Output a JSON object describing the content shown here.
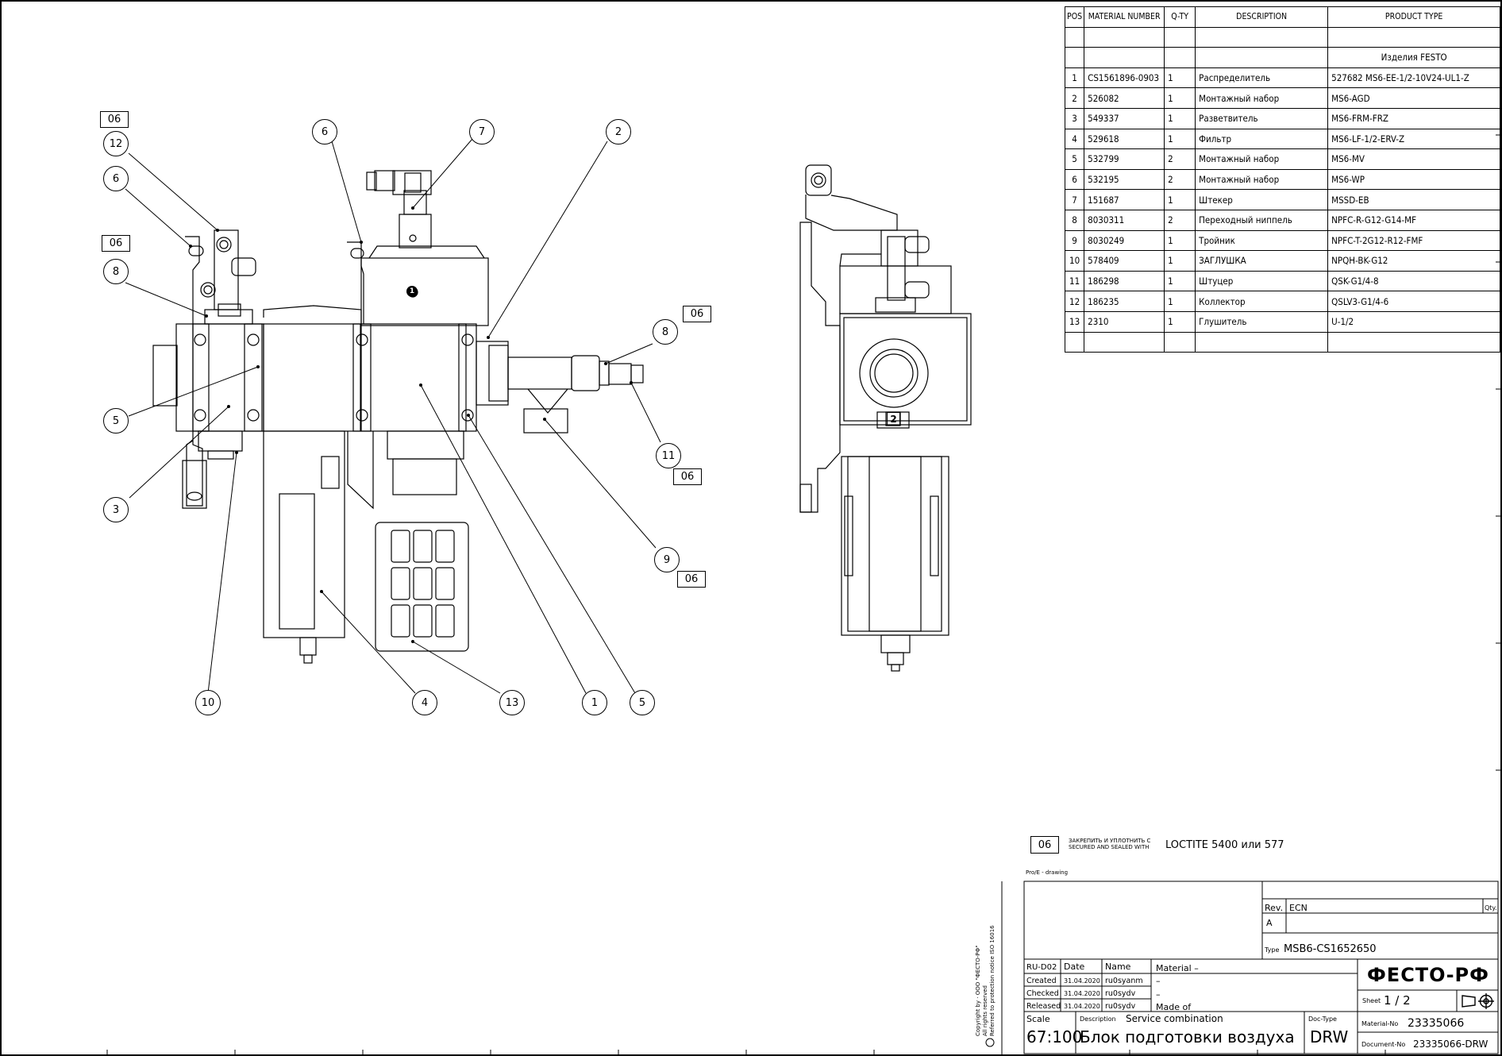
{
  "bom": {
    "headers": [
      "POS",
      "MATERIAL NUMBER",
      "Q-TY",
      "DESCRIPTION",
      "PRODUCT TYPE"
    ],
    "group_label": "Изделия FESTO",
    "rows": [
      {
        "pos": "1",
        "material": "CS1561896-0903",
        "qty": "1",
        "desc": "Распределитель",
        "type": "527682 MS6-EE-1/2-10V24-UL1-Z"
      },
      {
        "pos": "2",
        "material": "526082",
        "qty": "1",
        "desc": "Монтажный набор",
        "type": "MS6-AGD"
      },
      {
        "pos": "3",
        "material": "549337",
        "qty": "1",
        "desc": "Разветвитель",
        "type": "MS6-FRM-FRZ"
      },
      {
        "pos": "4",
        "material": "529618",
        "qty": "1",
        "desc": "Фильтр",
        "type": "MS6-LF-1/2-ERV-Z"
      },
      {
        "pos": "5",
        "material": "532799",
        "qty": "2",
        "desc": "Монтажный набор",
        "type": "MS6-MV"
      },
      {
        "pos": "6",
        "material": "532195",
        "qty": "2",
        "desc": "Монтажный набор",
        "type": "MS6-WP"
      },
      {
        "pos": "7",
        "material": "151687",
        "qty": "1",
        "desc": "Штекер",
        "type": "MSSD-EB"
      },
      {
        "pos": "8",
        "material": "8030311",
        "qty": "2",
        "desc": "Переходный ниппель",
        "type": "NPFC-R-G12-G14-MF"
      },
      {
        "pos": "9",
        "material": "8030249",
        "qty": "1",
        "desc": "Тройник",
        "type": "NPFC-T-2G12-R12-FMF"
      },
      {
        "pos": "10",
        "material": "578409",
        "qty": "1",
        "desc": "ЗАГЛУШКА",
        "type": "NPQH-BK-G12"
      },
      {
        "pos": "11",
        "material": "186298",
        "qty": "1",
        "desc": "Штуцер",
        "type": "QSK-G1/4-8"
      },
      {
        "pos": "12",
        "material": "186235",
        "qty": "1",
        "desc": "Коллектор",
        "type": "QSLV3-G1/4-6"
      },
      {
        "pos": "13",
        "material": "2310",
        "qty": "1",
        "desc": "Глушитель",
        "type": "U-1/2"
      }
    ]
  },
  "balloons": {
    "b12": "12",
    "b6a": "6",
    "b8a": "8",
    "b5a": "5",
    "b3": "3",
    "b10": "10",
    "b6b": "6",
    "b7": "7",
    "b2": "2",
    "b8b": "8",
    "b11": "11",
    "b9": "9",
    "b4": "4",
    "b13": "13",
    "b1": "1",
    "b5b": "5",
    "tag06": "06",
    "front_mark": "1",
    "side_mark": "2"
  },
  "note": {
    "tag": "06",
    "small_ru": "ЗАКРЕПИТЬ И УПЛОТНИТЬ С",
    "small_en": "SECURED AND SEALED WITH",
    "main": "LOCTITE 5400 или 577"
  },
  "title_block": {
    "proe": "Pro/E - drawing",
    "rev_label": "Rev.",
    "ecn_label": "ECN",
    "qty_label": "Qty.",
    "rev_value": "A",
    "type_label": "Type",
    "type_value": "MSB6-CS1652650",
    "ru": "RU-D02",
    "date_label": "Date",
    "name_label": "Name",
    "material_label": "Material",
    "material_value": "–",
    "dash1": "–",
    "dash2": "–",
    "made_of": "Made of",
    "created": "Created",
    "created_date": "31.04.2020",
    "created_name": "ru0syanm",
    "checked": "Checked",
    "checked_date": "31.04.2020",
    "checked_name": "ru0sydv",
    "released": "Released",
    "released_date": "31.04.2020",
    "released_name": "ru0sydv",
    "scale_label": "Scale",
    "scale_value": "67:100",
    "description_label": "Description",
    "description_en": "Service combination",
    "description_ru": "Блок подготовки воздуха",
    "doctype_label": "Doc-Type",
    "doctype_value": "DRW",
    "company": "ФЕСТО-РФ",
    "sheet_label": "Sheet",
    "sheet_value": "1 / 2",
    "material_no_label": "Material-No",
    "material_no": "23335066",
    "document_no_label": "Document-No",
    "document_no": "23335066-DRW",
    "copyright1": "Copyright by · ООО \"ФЕСТО-РФ\"",
    "copyright2": "All rights reserved",
    "copyright3": "Referred to protection notice ISO 16016"
  }
}
